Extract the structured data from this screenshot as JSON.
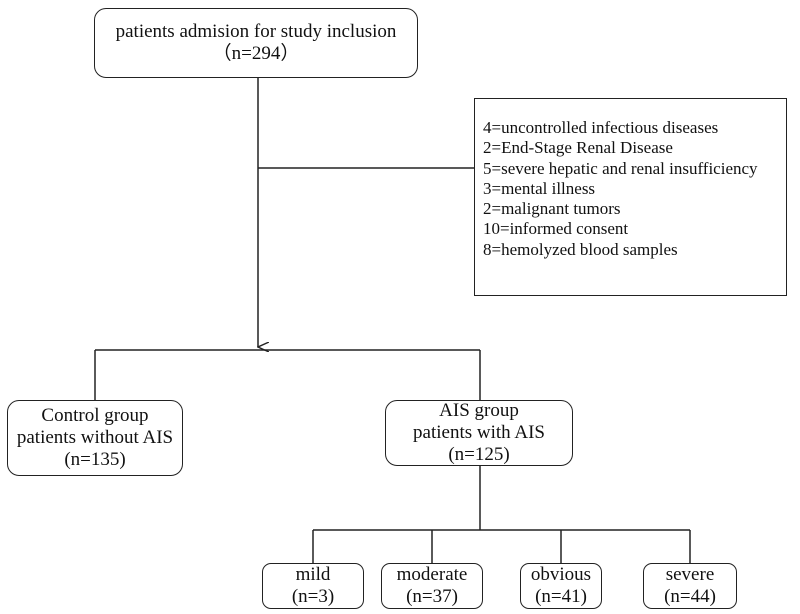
{
  "top": {
    "line1": "patients  admision for study inclusion",
    "line2": "（n=294）"
  },
  "exclusions": [
    "4=uncontrolled infectious diseases",
    "2=End-Stage Renal Disease",
    "5=severe hepatic and renal insufficiency",
    "3=mental illness",
    "2=malignant tumors",
    "10=informed consent",
    "8=hemolyzed blood samples"
  ],
  "control": {
    "line1": "Control group",
    "line2": "patients without AIS",
    "line3": "(n=135)"
  },
  "ais": {
    "line1": "AIS group",
    "line2": "patients with AIS",
    "line3": "(n=125)"
  },
  "severity": [
    {
      "label": "mild",
      "n": "(n=3)"
    },
    {
      "label": "moderate",
      "n": "(n=37)"
    },
    {
      "label": "obvious",
      "n": "(n=41)"
    },
    {
      "label": "severe",
      "n": "(n=44)"
    }
  ]
}
